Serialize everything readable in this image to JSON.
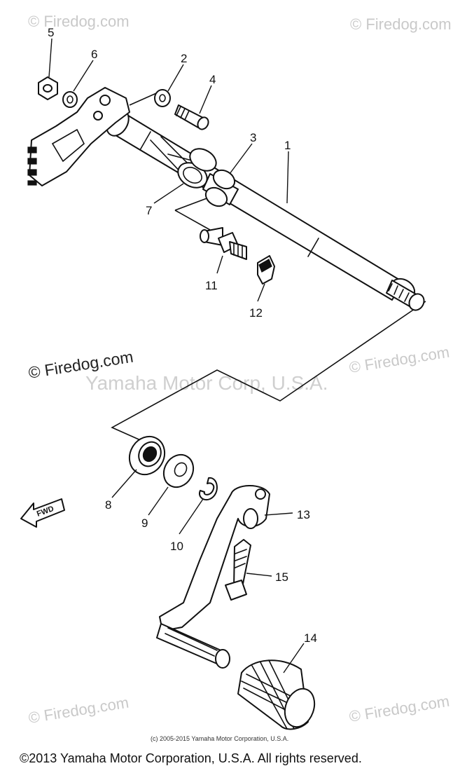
{
  "watermarks": {
    "top_left": "© Firedog.com",
    "top_right": "© Firedog.com",
    "middle_left": "© Firedog.com",
    "middle_right": "© Firedog.com",
    "bottom_left": "© Firedog.com",
    "bottom_right": "© Firedog.com",
    "center_brand": "Yamaha Motor Corp, U.S.A."
  },
  "callouts": {
    "1": "1",
    "2": "2",
    "3": "3",
    "4": "4",
    "5": "5",
    "6": "6",
    "7": "7",
    "8": "8",
    "9": "9",
    "10": "10",
    "11": "11",
    "12": "12",
    "13": "13",
    "14": "14",
    "15": "15"
  },
  "direction_label": "FWD",
  "footer": {
    "small": "(c) 2005-2015 Yamaha Motor Corporation, U.S.A.",
    "copyright": "©2013 Yamaha Motor Corporation, U.S.A. All rights reserved."
  }
}
